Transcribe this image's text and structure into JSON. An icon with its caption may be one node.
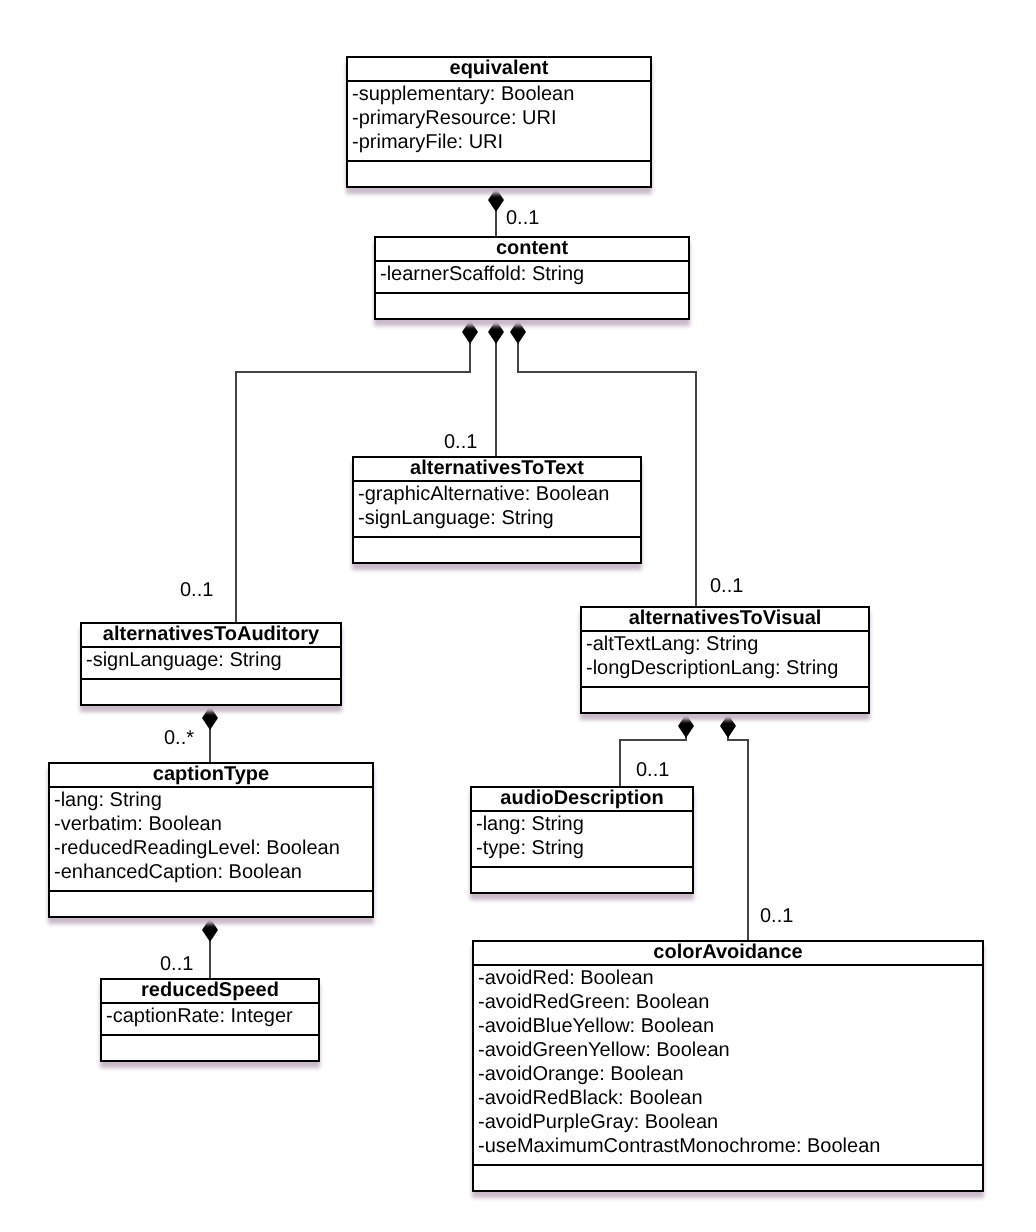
{
  "diagram": {
    "nodes": [
      {
        "text": [
          "equivalent",
          "-supplementary: Boolean",
          "-primaryResource: URI",
          "-primaryFile: URI"
        ]
      },
      {
        "text": [
          "content",
          "-learnerScaffold: String"
        ]
      },
      {
        "text": [
          "alternativesToText",
          "-graphicAlternative: Boolean",
          "-signLanguage: String"
        ]
      },
      {
        "text": [
          "alternativesToAuditory",
          "-signLanguage: String"
        ]
      },
      {
        "text": [
          "alternativesToVisual",
          "-altTextLang: String",
          "-longDescriptionLang: String"
        ]
      },
      {
        "text": [
          "captionType",
          "-lang: String",
          "-verbatim: Boolean",
          "-reducedReadingLevel: Boolean",
          "-enhancedCaption: Boolean"
        ]
      },
      {
        "text": [
          "audioDescription",
          "-lang: String",
          "-type: String"
        ]
      },
      {
        "text": [
          "reducedSpeed",
          "-captionRate: Integer"
        ]
      },
      {
        "text": [
          "colorAvoidance",
          "-avoidRed: Boolean",
          "-avoidRedGreen: Boolean",
          "-avoidBlueYellow: Boolean",
          "-avoidGreenYellow: Boolean",
          "-avoidOrange: Boolean",
          "-avoidRedBlack: Boolean",
          "-avoidPurpleGray: Boolean",
          "-useMaximumContrastMonochrome: Boolean"
        ]
      }
    ],
    "edges": [
      {
        "from": 0,
        "to": 1,
        "arrow": "other",
        "label": "0..1"
      },
      {
        "from": 1,
        "to": 3,
        "arrow": "other",
        "label": "0..1"
      },
      {
        "from": 1,
        "to": 2,
        "arrow": "other",
        "label": "0..1"
      },
      {
        "from": 1,
        "to": 4,
        "arrow": "other",
        "label": "0..1"
      },
      {
        "from": 3,
        "to": 5,
        "arrow": "other",
        "label": "0..*"
      },
      {
        "from": 5,
        "to": 7,
        "arrow": "other",
        "label": "0..1"
      },
      {
        "from": 4,
        "to": 6,
        "arrow": "other",
        "label": "0..1"
      },
      {
        "from": 4,
        "to": 8,
        "arrow": "other",
        "label": "0..1"
      }
    ]
  }
}
